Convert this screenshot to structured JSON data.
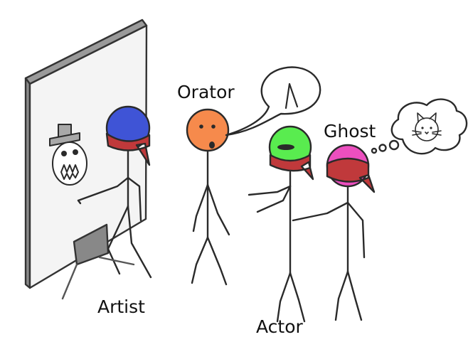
{
  "characters": [
    {
      "id": "artist",
      "label": "Artist",
      "head_color": "#3f54d6",
      "scarf_color": "#c0393b"
    },
    {
      "id": "orator",
      "label": "Orator",
      "head_color": "#f68a4c"
    },
    {
      "id": "actor",
      "label": "Actor",
      "head_color": "#59ec4f",
      "scarf_color": "#c0393b"
    },
    {
      "id": "ghost",
      "label": "Ghost",
      "head_color": "#ec4fbf",
      "scarf_color": "#c0393b"
    }
  ],
  "props": {
    "canvas_color": "#f4f4f4",
    "easel_color": "#777777",
    "speech_bubble_icon": "arrowhead-icon",
    "thought_bubble_icon": "cat-face-icon",
    "painting_icon": "skull-with-hat-icon"
  }
}
